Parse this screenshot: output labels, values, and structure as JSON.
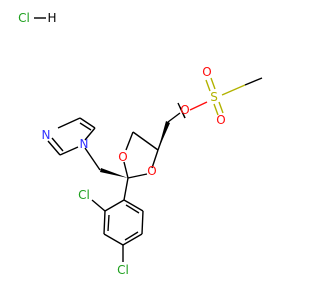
{
  "molecule": {
    "salt_label": "HCl",
    "salt_bond_label": "H",
    "atoms": {
      "cl_salt": "Cl",
      "h_salt": "H",
      "o_ester": "O",
      "s_sulfonyl": "S",
      "o_sulfonyl_top": "O",
      "o_sulfonyl_bottom": "O",
      "n_imidazole_1": "N",
      "n_imidazole_3": "N",
      "o_ring_left": "O",
      "o_ring_right": "O",
      "cl_ortho": "Cl",
      "cl_para": "Cl"
    },
    "colors": {
      "carbon_bond": "#000000",
      "nitrogen": "#3333ff",
      "oxygen": "#ff0d0d",
      "sulfur": "#b2b200",
      "chlorine": "#1ea01e",
      "hydrogen_chloride": "#1ea01e"
    }
  }
}
